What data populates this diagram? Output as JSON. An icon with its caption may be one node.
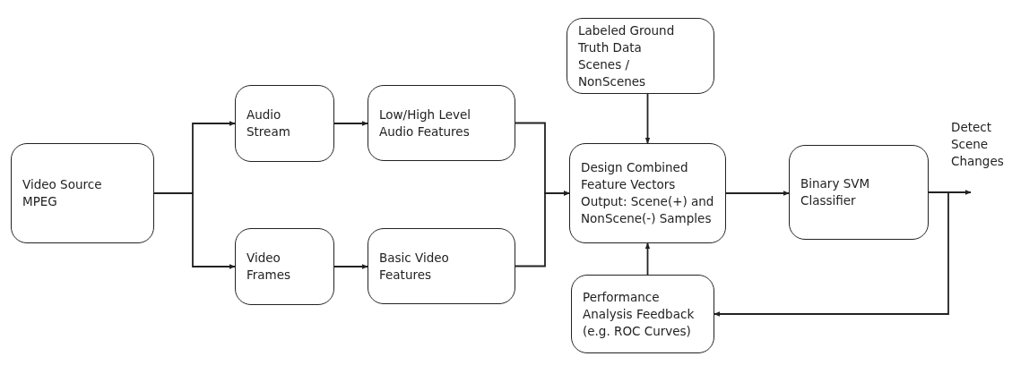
{
  "diagram": {
    "nodes": [
      {
        "text": [
          "Video Source MPEG"
        ]
      },
      {
        "text": [
          "Audio Stream"
        ]
      },
      {
        "text": [
          "Video Frames"
        ]
      },
      {
        "text": [
          "Low/High Level Audio Features"
        ]
      },
      {
        "text": [
          "Basic Video Features"
        ]
      },
      {
        "text": [
          "Labeled Ground Truth Data Scenes / NonScenes"
        ]
      },
      {
        "text": [
          "Design Combined Feature Vectors Output: Scene(+) and NonScene(-) Samples"
        ]
      },
      {
        "text": [
          "Binary SVM Classifier"
        ]
      },
      {
        "text": [
          "Performance Analysis Feedback (e.g. ROC Curves)"
        ]
      }
    ],
    "edges": [
      {
        "from": 0,
        "to": 1,
        "arrow": "to"
      },
      {
        "from": 0,
        "to": 2,
        "arrow": "to"
      },
      {
        "from": 1,
        "to": 3,
        "arrow": "to"
      },
      {
        "from": 2,
        "to": 4,
        "arrow": "to"
      },
      {
        "from": 3,
        "to": 6,
        "arrow": "to"
      },
      {
        "from": 4,
        "to": 6,
        "arrow": "to"
      },
      {
        "from": 5,
        "to": 6,
        "arrow": "to"
      },
      {
        "from": 8,
        "to": 6,
        "arrow": "to"
      },
      {
        "from": 6,
        "to": 7,
        "arrow": "to"
      },
      {
        "from": 7,
        "to": null,
        "arrow": "to",
        "label": "Detect Scene Changes"
      },
      {
        "from": 7,
        "to": 8,
        "arrow": "to"
      }
    ]
  }
}
